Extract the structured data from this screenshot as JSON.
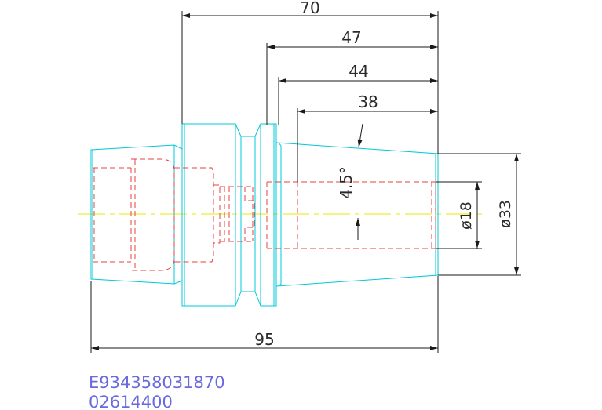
{
  "drawing": {
    "dimensions": {
      "d70": "70",
      "d47": "47",
      "d44": "44",
      "d38": "38",
      "d95": "95",
      "angle": "4.5°",
      "dia18": "ø18",
      "dia33": "ø33"
    },
    "part_code": "E934358031870",
    "part_number": "02614400"
  },
  "colors": {
    "outline": "#00c8d8",
    "hidden": "#e84040",
    "centerline": "#e8e800",
    "dimension": "#1a1a1a",
    "code_text": "#6a6adf"
  }
}
